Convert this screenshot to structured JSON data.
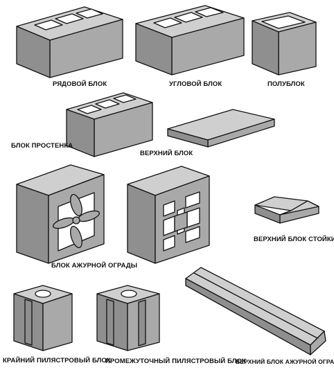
{
  "labels": {
    "ordinary_block": "РЯДОВОЙ БЛОК",
    "corner_block": "УГЛОВОЙ БЛОК",
    "half_block": "ПОЛУБЛОК",
    "pier_block": "БЛОК ПРОСТЕНКА",
    "top_block": "ВЕРХНИЙ БЛОК",
    "openwork_block": "БЛОК АЖУРНОЙ ОГРАДЫ",
    "post_top_block": "ВЕРХНИЙ БЛОК СТОЙКИ",
    "end_pilaster_block": "КРАЙНИЙ ПИЛЯСТРОВЫЙ БЛОК",
    "middle_pilaster_block": "ПРОМЕЖУТОЧНЫЙ ПИЛЯСТРОВЫЙ БЛОК",
    "openwork_top_block": "ВЕРХНИЙ БЛОК АЖУРНОЙ ОГРАДЫ"
  },
  "colors": {
    "top": "#cfcfcf",
    "front": "#a9a9a9",
    "side": "#8f8f8f",
    "line": "#111111"
  }
}
